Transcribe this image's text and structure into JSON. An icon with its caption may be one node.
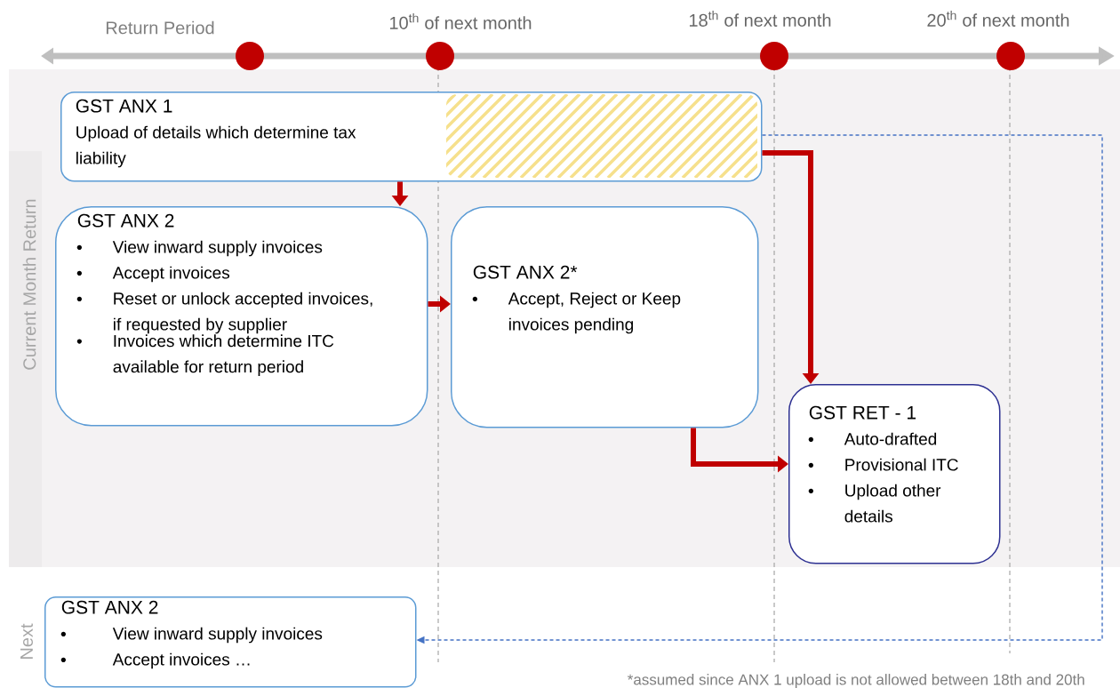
{
  "diagram": {
    "nodes": [
      {
        "text": [
          "GST ANX 1",
          "Upload of details which determine tax liability"
        ]
      },
      {
        "text": [
          "GST ANX 2",
          "View inward supply invoices",
          "Accept invoices",
          "Reset or unlock accepted invoices, if requested by supplier",
          "Invoices which determine ITC available for return period"
        ]
      },
      {
        "text": [
          "GST ANX 2*",
          "Accept, Reject or Keep invoices pending"
        ]
      },
      {
        "text": [
          "GST RET - 1",
          "Auto-drafted",
          "Provisional ITC",
          "Upload other details"
        ]
      },
      {
        "text": [
          "GST ANX 2",
          "View inward supply invoices",
          "Accept invoices …"
        ]
      }
    ],
    "edges": [
      {
        "from": 0,
        "to": 1,
        "arrow": "to"
      },
      {
        "from": 1,
        "to": 2,
        "arrow": "to"
      },
      {
        "from": 0,
        "to": 3,
        "arrow": "to"
      },
      {
        "from": 2,
        "to": 3,
        "arrow": "to"
      },
      {
        "from": 0,
        "to": 4,
        "arrow": "to",
        "style": "dashed",
        "color": "#4472c4"
      }
    ],
    "labels": [
      "Return Period",
      "10$^{th}$ of next month",
      "18$^{th}$ of next month",
      "20$^{th}$ of next month",
      "Current Month Return",
      "Next",
      "*assumed since ANX 1 upload is not allowed between 18th and 20th"
    ]
  }
}
